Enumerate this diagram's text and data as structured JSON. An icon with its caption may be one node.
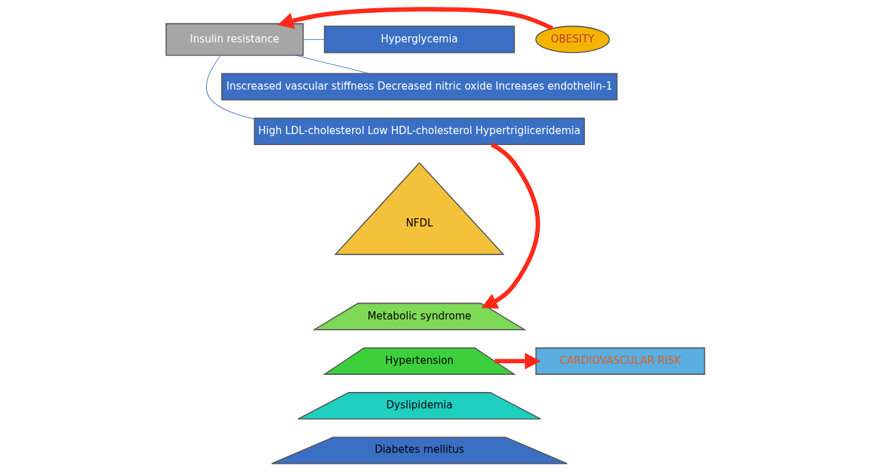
{
  "diagram": {
    "nodes": [
      {
        "text": [
          "Hyperglycemia"
        ]
      },
      {
        "text": [
          "Inscreased vascular stiffness Decreased nitric oxide Increases endothelin-1"
        ]
      },
      {
        "text": [
          "High LDL-cholesterol Low HDL-cholesterol Hypertrigliceridemia"
        ]
      },
      {
        "text": [
          "Insulin resistance"
        ]
      },
      {
        "text": [
          "OBESITY"
        ]
      },
      {
        "text": [
          "NFDL"
        ]
      },
      {
        "text": [
          "Metabolic syndrome"
        ]
      },
      {
        "text": [
          "Hypertension"
        ]
      },
      {
        "text": [
          "Dyslipidemia"
        ]
      },
      {
        "text": [
          "Diabetes mellitus"
        ]
      },
      {
        "text": [
          "CARDIOVASCULAR RISK"
        ]
      }
    ],
    "edges": [
      {
        "from": 3,
        "to": 0,
        "arrow": "none",
        "color": "#4a7ebb"
      },
      {
        "from": 3,
        "to": 1,
        "arrow": "none",
        "color": "#4a7ebb"
      },
      {
        "from": 3,
        "to": 2,
        "arrow": "none",
        "color": "#4a7ebb"
      },
      {
        "from": 4,
        "to": 3,
        "arrow": "to",
        "style": "thick",
        "color": "#ff2a1a"
      },
      {
        "from": 2,
        "to": 6,
        "arrow": "to",
        "style": "thick",
        "color": "#ff2a1a"
      },
      {
        "from": 7,
        "to": 10,
        "arrow": "to",
        "style": "thick",
        "color": "#ff2a1a"
      }
    ]
  }
}
